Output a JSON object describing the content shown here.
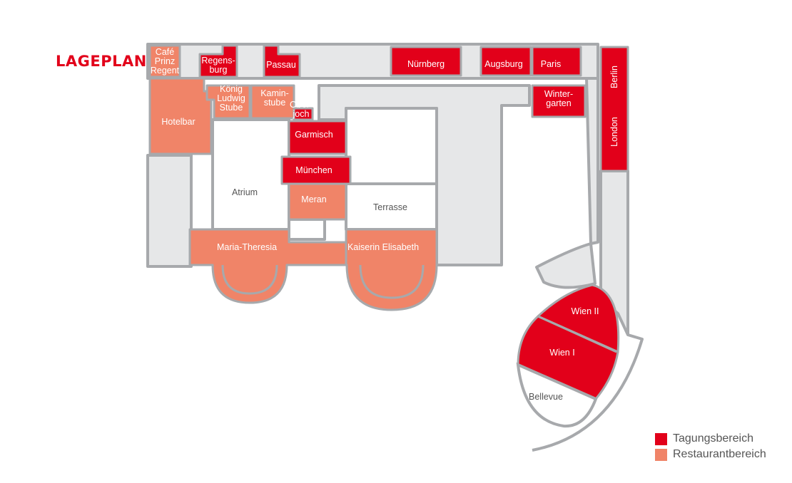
{
  "heading": "LAGEPLAN:",
  "colors": {
    "meeting": "#e2001a",
    "restaurant": "#f08468",
    "corridor": "#e6e7e8",
    "wall": "#a7a9ac",
    "heading": "#e2001a",
    "label_dark": "#555555"
  },
  "rooms": {
    "cafe": [
      "Café",
      "Prinz",
      "Regent"
    ],
    "regensburg": [
      "Regens-",
      "burg"
    ],
    "passau": [
      "Passau"
    ],
    "nuernberg": [
      "Nürnberg"
    ],
    "augsburg": [
      "Augsburg"
    ],
    "paris": [
      "Paris"
    ],
    "berlin": [
      "Berlin"
    ],
    "london": [
      "London"
    ],
    "koenig": [
      "König",
      "Ludwig",
      "Stube"
    ],
    "kamin": [
      "Kamin-",
      "stube"
    ],
    "oberjoch": [
      "Ober-",
      "joch"
    ],
    "hotelbar": [
      "Hotelbar"
    ],
    "wintergarten": [
      "Winter-",
      "garten"
    ],
    "garmisch": [
      "Garmisch"
    ],
    "muenchen": [
      "München"
    ],
    "atrium": [
      "Atrium"
    ],
    "meran": [
      "Meran"
    ],
    "terrasse": [
      "Terrasse"
    ],
    "maria": [
      "Maria-Theresia"
    ],
    "kaiserin": [
      "Kaiserin Elisabeth"
    ],
    "wien2": [
      "Wien II"
    ],
    "wien1": [
      "Wien I"
    ],
    "bellevue": [
      "Bellevue"
    ]
  },
  "legend": [
    {
      "label": "Tagungsbereich",
      "color": "#e2001a"
    },
    {
      "label": "Restaurantbereich",
      "color": "#f08468"
    }
  ]
}
